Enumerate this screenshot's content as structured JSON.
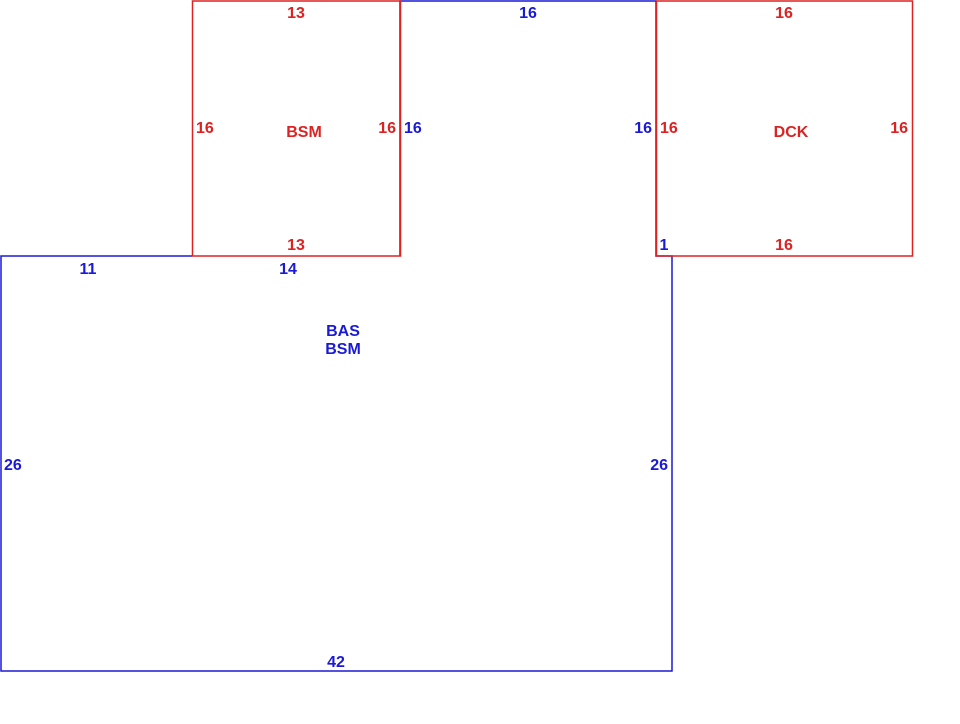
{
  "colors": {
    "main_area": "#1a1ad6",
    "addition": "#dd2222",
    "background": "#ffffff"
  },
  "areas": [
    {
      "code_primary": "BAS",
      "code_secondary": "BSM",
      "color": "#1a1ad6",
      "dimensions": {
        "top_left_run": "11",
        "top_middle_run": "14",
        "left_wall": "26",
        "right_wall": "26",
        "bottom_wall": "42",
        "upper_top": "16",
        "upper_left": "16",
        "upper_right": "16",
        "jog": "1"
      }
    },
    {
      "code": "BSM",
      "color": "#dd2222",
      "dimensions": {
        "top": "13",
        "bottom": "13",
        "left": "16",
        "right": "16"
      }
    },
    {
      "code": "DCK",
      "color": "#dd2222",
      "dimensions": {
        "top": "16",
        "bottom": "16",
        "left": "16",
        "right": "16"
      }
    }
  ]
}
